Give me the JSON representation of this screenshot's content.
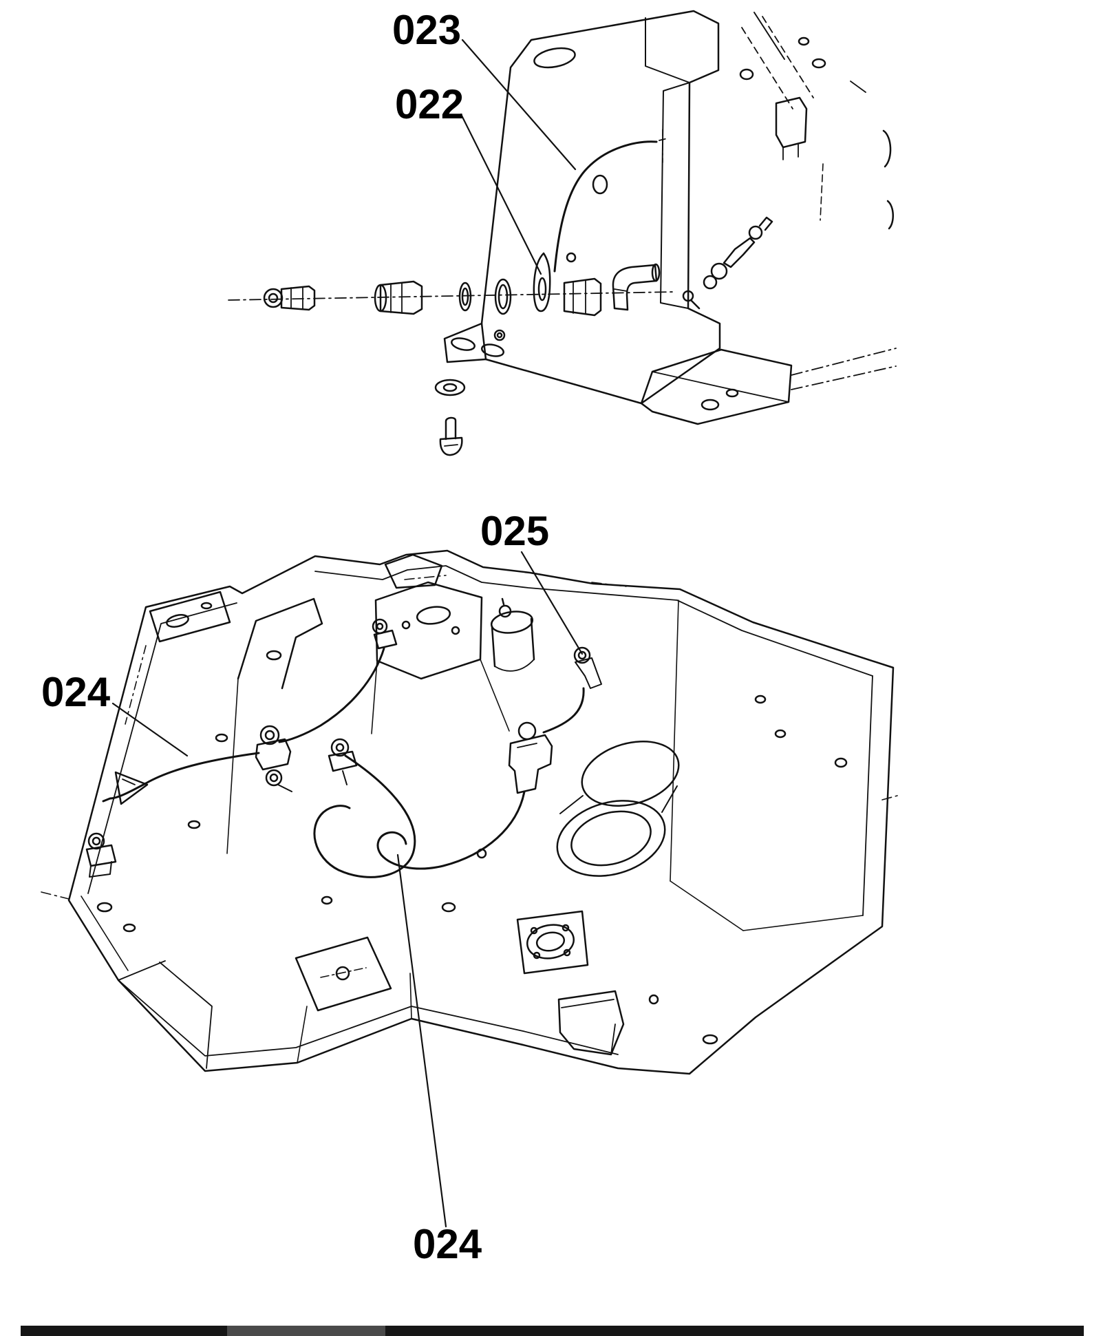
{
  "figure": {
    "background_color": "#ffffff",
    "line_color": "#111111",
    "edge_bar_color": "#161616",
    "callouts": {
      "upper": [
        {
          "label": "023"
        },
        {
          "label": "022"
        }
      ],
      "lower": [
        {
          "label": "025"
        },
        {
          "label": "024"
        },
        {
          "label": "024"
        }
      ]
    }
  }
}
